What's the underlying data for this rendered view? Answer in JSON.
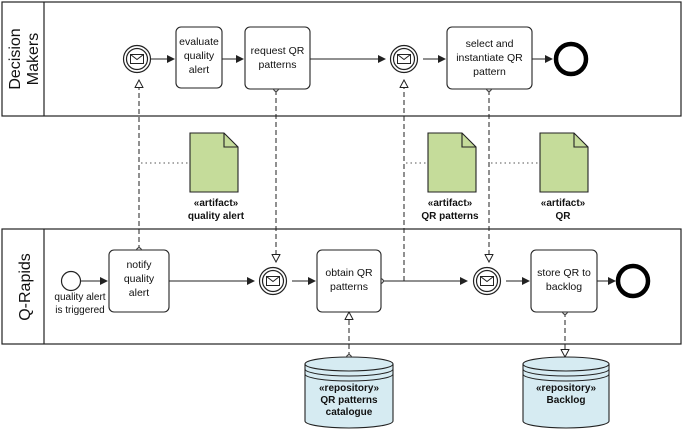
{
  "lanes": {
    "top": {
      "label_line1": "Decision",
      "label_line2": "Makers"
    },
    "bottom": {
      "label": "Q-Rapids"
    }
  },
  "tasks": {
    "evaluate": [
      "evaluate",
      "quality",
      "alert"
    ],
    "request": [
      "request QR",
      "patterns"
    ],
    "select": [
      "select and",
      "instantiate QR",
      "pattern"
    ],
    "notify": [
      "notify",
      "quality",
      "alert"
    ],
    "obtain": [
      "obtain QR",
      "patterns"
    ],
    "store": [
      "store QR to",
      "backlog"
    ]
  },
  "start_event": {
    "label_line1": "quality alert",
    "label_line2": "is triggered"
  },
  "artifacts": [
    {
      "stereotype": "«artifact»",
      "name": "quality alert"
    },
    {
      "stereotype": "«artifact»",
      "name": "QR patterns"
    },
    {
      "stereotype": "«artifact»",
      "name": "QR"
    }
  ],
  "repositories": [
    {
      "stereotype": "«repository»",
      "name_line1": "QR patterns",
      "name_line2": "catalogue"
    },
    {
      "stereotype": "«repository»",
      "name_line1": "Backlog",
      "name_line2": ""
    }
  ],
  "colors": {
    "artifact_fill": "#c5dc9a",
    "repository_fill": "#d6ebf2",
    "task_fill": "#ffffff",
    "line": "#222222"
  }
}
